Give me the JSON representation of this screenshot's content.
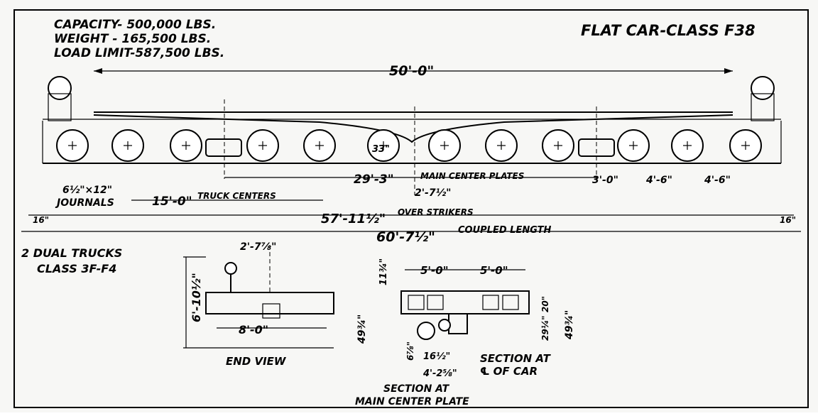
{
  "title": "FLAT CAR-CLASS F38",
  "specs": {
    "capacity": "CAPACITY- 500,000 LBS.",
    "weight": "WEIGHT - 165,500 LBS.",
    "load_limit": "LOAD LIMIT-587,500 LBS."
  },
  "dimensions": {
    "deck_length": "50'-0\"",
    "main_center_plates": "29'-3\"",
    "main_center_plates_label": "MAIN CENTER PLATES",
    "offset_center": "2'-7½\"",
    "axle_3": "3'-0\"",
    "axle_46a": "4'-6\"",
    "axle_46b": "4'-6\"",
    "truck_centers": "15'-0\"",
    "truck_centers_label": "TRUCK CENTERS",
    "journals_a": "6½\"×12\"",
    "journals_b": "JOURNALS",
    "over_strikers": "57'-11½\"",
    "over_strikers_label": "OVER STRIKERS",
    "coupled_length": "60'-7½\"",
    "coupled_length_label": "COUPLED LENGTH",
    "end_left": "16\"",
    "end_right": "16\"",
    "wheel_dia": "33\""
  },
  "trucks_note_a": "2 DUAL TRUCKS",
  "trucks_note_b": "CLASS 3F-F4",
  "end_view": {
    "label": "END VIEW",
    "height": "6'-10½\"",
    "width": "8'-0\"",
    "offset": "2'-7⅞\"",
    "depth": "49¾\""
  },
  "section": {
    "label_car_a": "SECTION AT",
    "label_car_b": "℄ OF CAR",
    "label_plate_a": "SECTION AT",
    "label_plate_b": "MAIN CENTER PLATE",
    "w1": "5'-0\"",
    "w2": "5'-0\"",
    "top": "11¾\"",
    "d1": "20\"",
    "d2": "29¼\"",
    "d3": "49¾\"",
    "b1": "6⅞\"",
    "b2": "16½\"",
    "b3": "4'-2⅝\""
  }
}
